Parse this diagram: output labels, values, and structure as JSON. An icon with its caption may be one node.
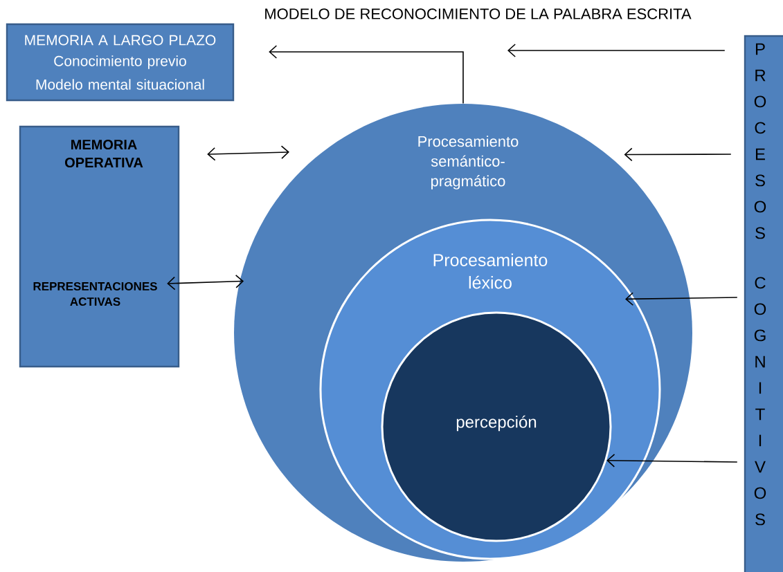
{
  "diagram": {
    "title": "MODELO DE RECONOCIMIENTO DE LA PALABRA ESCRITA",
    "nodes": [
      {
        "text": [
          "MEMORIA A LARGO PLAZO",
          "Conocimiento previo",
          "Modelo mental situacional"
        ]
      },
      {
        "text": [
          "MEMORIA OPERATIVA",
          "REPRESENTACIONES ACTIVAS"
        ]
      },
      {
        "text": [
          "Procesamiento semántico-pragmático"
        ]
      },
      {
        "text": [
          "Procesamiento léxico"
        ],
        "in": 2
      },
      {
        "text": [
          "percepción"
        ],
        "in": 3
      },
      {
        "text": [
          "PROCESOS COGNITIVOS"
        ]
      }
    ],
    "edges": [
      {
        "from": 5,
        "to": null,
        "arrow": "to"
      },
      {
        "from": 2,
        "to": 0,
        "arrow": "to"
      },
      {
        "from": 1,
        "to": 2,
        "arrow": "both"
      },
      {
        "from": 5,
        "to": 2,
        "arrow": "to"
      },
      {
        "from": 1,
        "to": 2,
        "arrow": "both"
      },
      {
        "from": 5,
        "to": 3,
        "arrow": "to"
      },
      {
        "from": 5,
        "to": 4,
        "arrow": "to"
      }
    ]
  }
}
